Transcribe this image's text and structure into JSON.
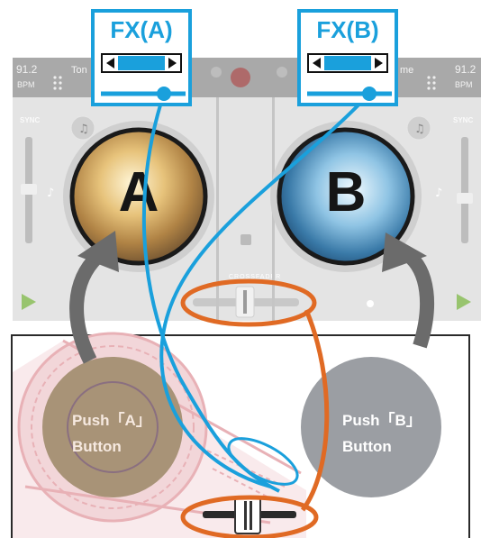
{
  "fx_callouts": [
    {
      "id": "A",
      "title": "FX(A)"
    },
    {
      "id": "B",
      "title": "FX(B)"
    }
  ],
  "decks": [
    {
      "id": "A",
      "letter": "A",
      "bpm": "91.2",
      "bpm_label": "BPM",
      "sync_label": "SYNC",
      "track_fragment": "Ton"
    },
    {
      "id": "B",
      "letter": "B",
      "bpm": "91.2",
      "bpm_label": "BPM",
      "sync_label": "SYNC",
      "track_fragment": "me"
    }
  ],
  "mixer": {
    "crossfader_label": "CROSSFADER"
  },
  "buttons": [
    {
      "id": "A",
      "line1": "Push「A」",
      "line2": "Button"
    },
    {
      "id": "B",
      "line1": "Push「B」",
      "line2": "Button"
    }
  ],
  "colors": {
    "fx_blue": "#1aa0dc",
    "crossfader_orange": "#e06a24",
    "arrow_gray": "#6b6b6b",
    "button_a_tan": "#a89377",
    "button_b_gray": "#9b9ea3",
    "jog_pink": "#e8b1b6"
  }
}
